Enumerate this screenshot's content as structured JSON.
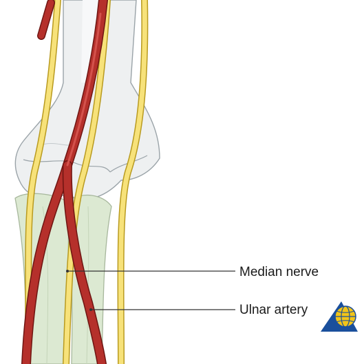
{
  "labels": {
    "median_nerve": "Median nerve",
    "ulnar_artery": "Ulnar artery"
  },
  "colors": {
    "background": "#ffffff",
    "bone_fill": "#eef0f1",
    "bone_outline": "#9aa3a8",
    "forearm_bone_fill": "#dce9d2",
    "nerve_fill": "#f7e27a",
    "nerve_outline": "#b89a1f",
    "artery_fill": "#b5302b",
    "artery_outline": "#6e1512",
    "leader_line": "#333333",
    "logo_blue": "#1a4f9c",
    "logo_yellow": "#f2c418"
  },
  "icons": {
    "logo": "globe-triangle-logo"
  }
}
